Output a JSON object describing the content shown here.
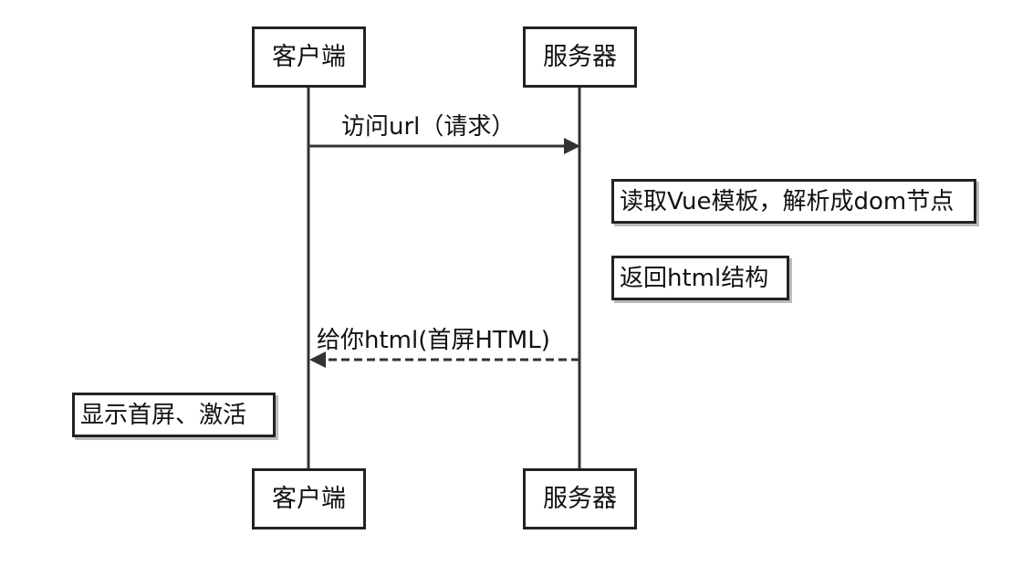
{
  "participants": [
    {
      "label": "客户端"
    },
    {
      "label": "服务器"
    }
  ],
  "messages": [
    {
      "text": "访问url（请求）",
      "style": "solid"
    },
    {
      "text": "给你html(首屏HTML)",
      "style": "dashed"
    }
  ],
  "notes": [
    {
      "text": "读取Vue模板，解析成dom节点"
    },
    {
      "text": "返回html结构"
    },
    {
      "text": "显示首屏、激活"
    }
  ],
  "colors": {
    "line": "#333333",
    "border": "#222222"
  }
}
